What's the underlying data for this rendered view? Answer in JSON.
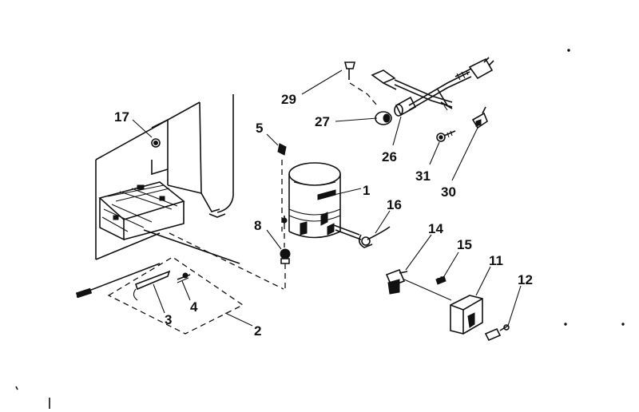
{
  "diagram": {
    "callouts": {
      "c1": "1",
      "c2": "2",
      "c3": "3",
      "c4": "4",
      "c5": "5",
      "c8": "8",
      "c11": "11",
      "c12": "12",
      "c14": "14",
      "c15": "15",
      "c16": "16",
      "c17": "17",
      "c26": "26",
      "c27": "27",
      "c29": "29",
      "c30": "30",
      "c31": "31"
    }
  }
}
